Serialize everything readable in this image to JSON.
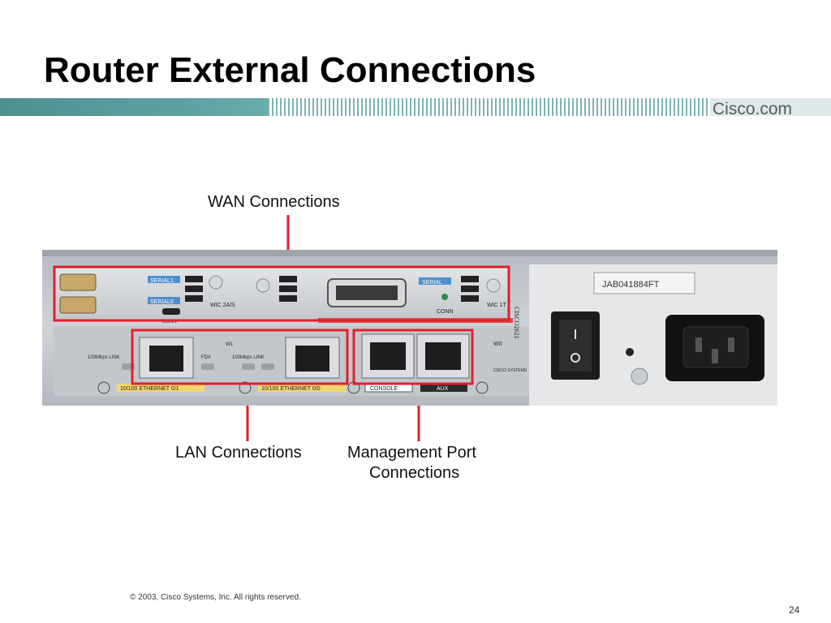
{
  "slide": {
    "title": "Router External Connections",
    "logo_text": "Cisco.com",
    "copyright": "© 2003, Cisco Systems, Inc. All rights reserved.",
    "page_number": "24"
  },
  "callouts": {
    "wan": "WAN Connections",
    "lan": "LAN Connections",
    "mgmt_line1": "Management Port",
    "mgmt_line2": "Connections"
  },
  "router_panel": {
    "serial1": "SERIAL1",
    "serial0": "SERIAL0",
    "serial": "SERIAL",
    "conn": "CONN",
    "wic_2as": "WIC 2A/S",
    "wic_1t": "WIC 1T",
    "w0": "W0",
    "w1": "W1",
    "fdx": "FDX",
    "link_100": "100Mbps LINK",
    "eth1": "10/100 ETHERNET 0/1",
    "eth0": "10/100 ETHERNET 0/0",
    "console": "CONSOLE",
    "aux": "AUX",
    "serial_number": "JAB041884FT",
    "model": "CISCO2621",
    "brand": "CISCO SYSTEMS"
  },
  "colors": {
    "highlight": "#e0202a",
    "band_teal": "#5fa1a2",
    "chassis": "#c9ccd1"
  }
}
